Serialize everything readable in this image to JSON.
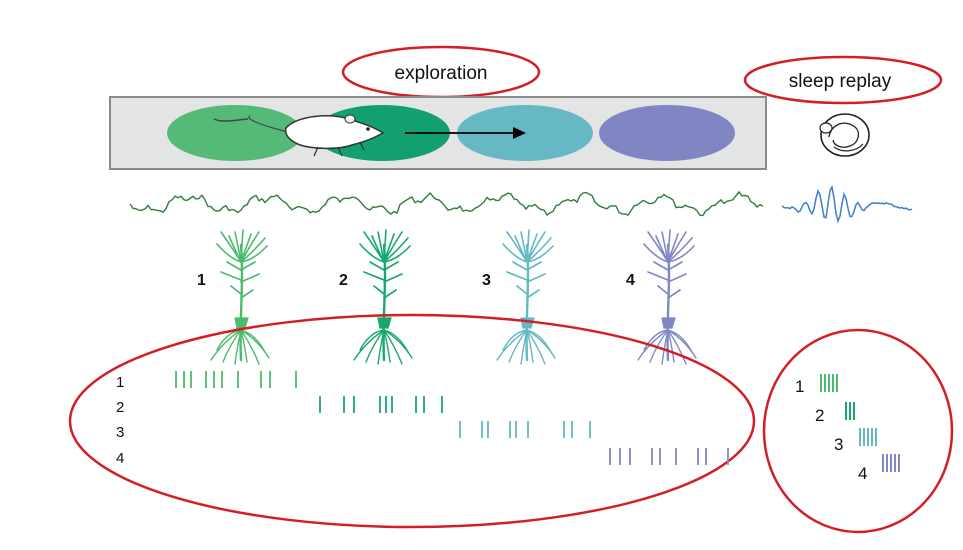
{
  "labels": {
    "exploration": "exploration",
    "sleep_replay": "sleep replay"
  },
  "cells": [
    {
      "label": "1",
      "color": "#4dbb6e"
    },
    {
      "label": "2",
      "color": "#17a86f"
    },
    {
      "label": "3",
      "color": "#62b8c3"
    },
    {
      "label": "4",
      "color": "#8088c4"
    }
  ],
  "place_field_colors": [
    "#55b977",
    "#12a06f",
    "#66b8c4",
    "#7f86c3"
  ],
  "spike_rows": [
    {
      "label": "1"
    },
    {
      "label": "2"
    },
    {
      "label": "3"
    },
    {
      "label": "4"
    }
  ],
  "replay_rows": [
    {
      "label": "1"
    },
    {
      "label": "2"
    },
    {
      "label": "3"
    },
    {
      "label": "4"
    }
  ],
  "colors": {
    "highlight_ellipse": "#d21f26",
    "track_fill": "#e3e4e4",
    "lfp_exploration": "#2f7d3c",
    "lfp_sleep": "#3f7fc6"
  }
}
